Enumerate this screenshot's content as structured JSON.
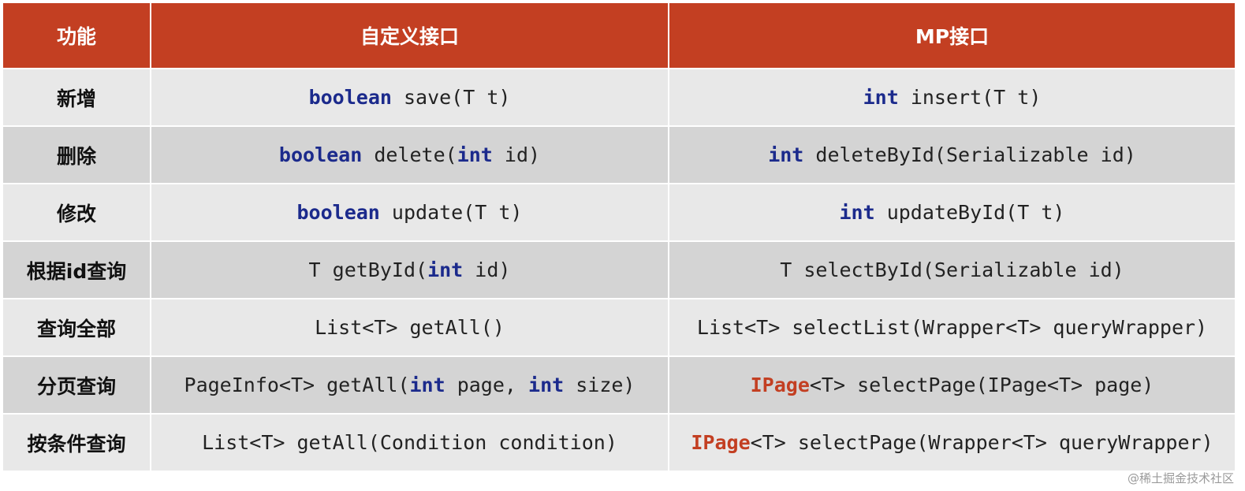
{
  "table": {
    "headers": [
      "功能",
      "自定义接口",
      "MP接口"
    ],
    "rows": [
      {
        "func": "新增",
        "custom": [
          {
            "t": "boolean",
            "c": "kw"
          },
          {
            "t": " save(T t)"
          }
        ],
        "mp": [
          {
            "t": "int",
            "c": "kw"
          },
          {
            "t": " insert(T t)"
          }
        ]
      },
      {
        "func": "删除",
        "custom": [
          {
            "t": "boolean",
            "c": "kw"
          },
          {
            "t": " delete("
          },
          {
            "t": "int",
            "c": "kw"
          },
          {
            "t": " id)"
          }
        ],
        "mp": [
          {
            "t": "int",
            "c": "kw"
          },
          {
            "t": " deleteById(Serializable id)"
          }
        ]
      },
      {
        "func": "修改",
        "custom": [
          {
            "t": "boolean",
            "c": "kw"
          },
          {
            "t": " update(T t)"
          }
        ],
        "mp": [
          {
            "t": "int",
            "c": "kw"
          },
          {
            "t": " updateById(T t)"
          }
        ]
      },
      {
        "func": "根据id查询",
        "custom": [
          {
            "t": "T getById("
          },
          {
            "t": "int",
            "c": "kw"
          },
          {
            "t": " id)"
          }
        ],
        "mp": [
          {
            "t": "T selectById(Serializable id)"
          }
        ]
      },
      {
        "func": "查询全部",
        "custom": [
          {
            "t": "List<T> getAll()"
          }
        ],
        "mp": [
          {
            "t": "List<T> selectList(Wrapper<T> queryWrapper)"
          }
        ]
      },
      {
        "func": "分页查询",
        "custom": [
          {
            "t": "PageInfo<T> getAll("
          },
          {
            "t": "int",
            "c": "kw"
          },
          {
            "t": " page, "
          },
          {
            "t": "int",
            "c": "kw"
          },
          {
            "t": " size)"
          }
        ],
        "mp": [
          {
            "t": "IPage",
            "c": "hl"
          },
          {
            "t": "<T> selectPage(IPage<T> page)"
          }
        ]
      },
      {
        "func": "按条件查询",
        "custom": [
          {
            "t": "List<T> getAll(Condition condition)"
          }
        ],
        "mp": [
          {
            "t": "IPage",
            "c": "hl"
          },
          {
            "t": "<T> selectPage(Wrapper<T> queryWrapper)"
          }
        ]
      }
    ]
  },
  "watermark": "@稀土掘金技术社区",
  "colors": {
    "header_bg": "#c33f22",
    "keyword": "#1b2a8c",
    "highlight": "#c33f22",
    "row_light": "#e8e8e8",
    "row_dark": "#d4d4d4"
  }
}
